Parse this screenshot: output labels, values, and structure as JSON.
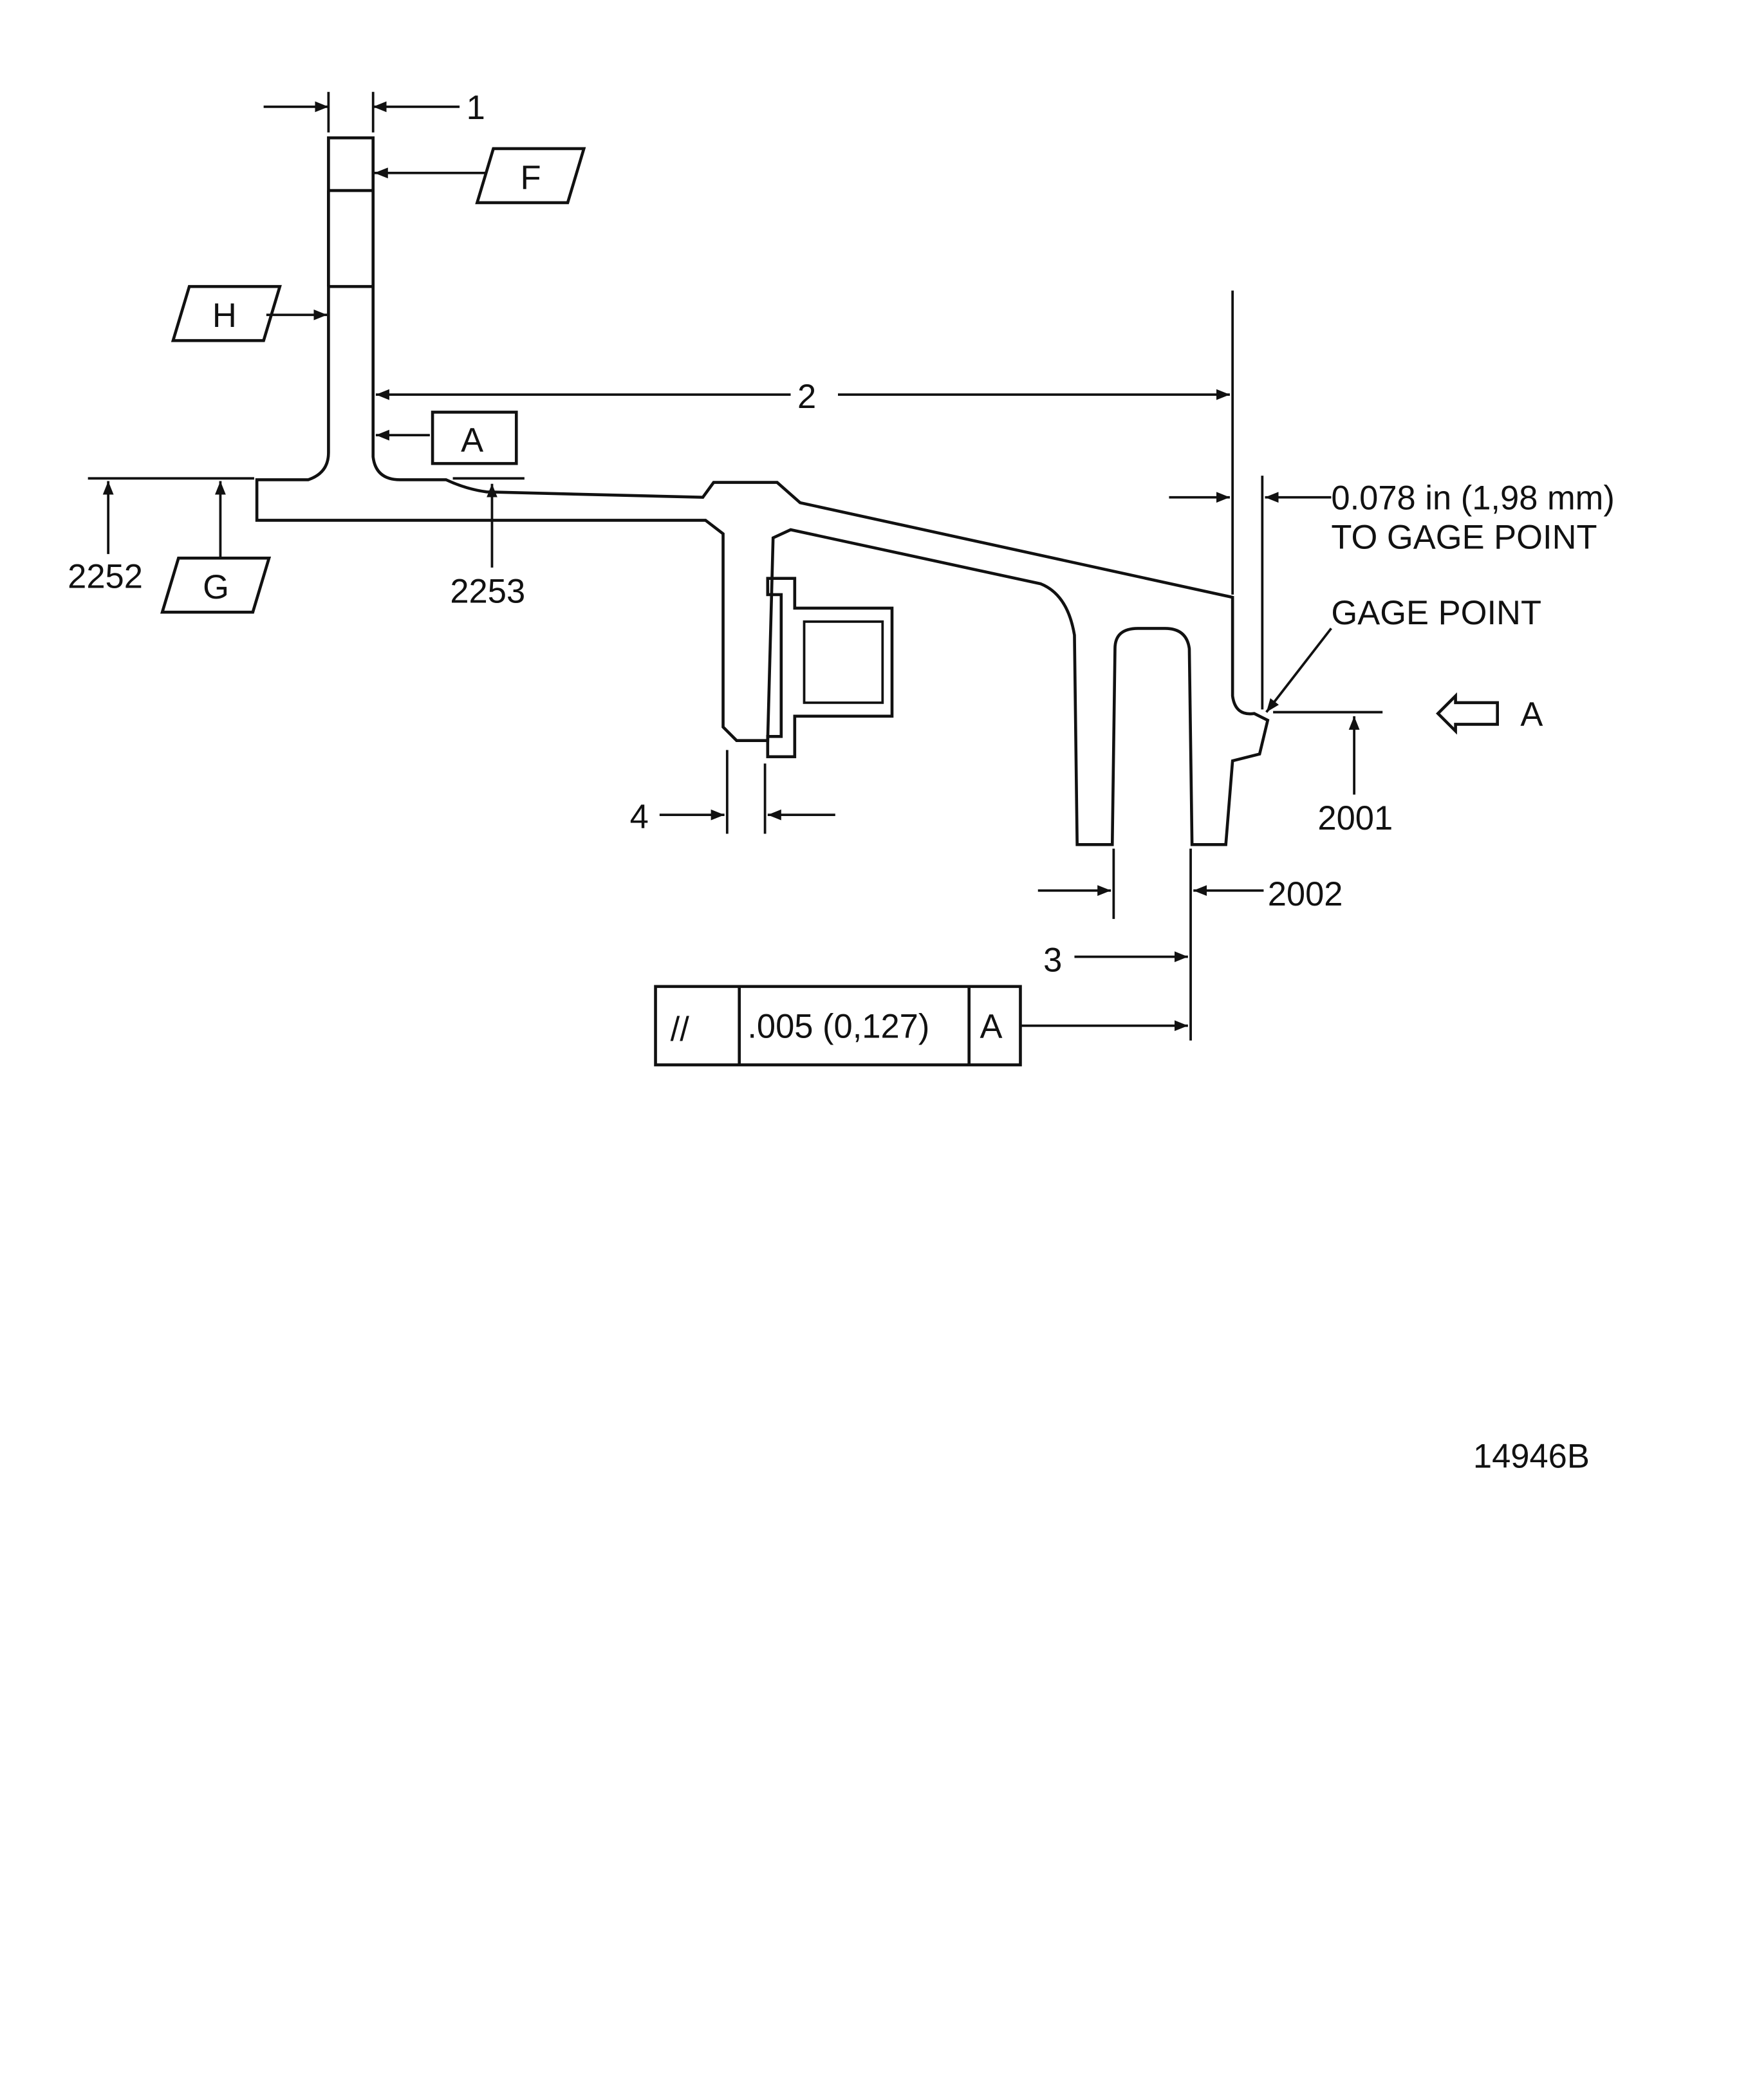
{
  "labels": {
    "dim_1": "1",
    "dim_2": "2",
    "dim_3": "3",
    "dim_4": "4",
    "ref_2252": "2252",
    "ref_2253": "2253",
    "ref_2001": "2001",
    "ref_2002": "2002",
    "gage_dim_line1": "0.078 in  (1,98 mm)",
    "gage_dim_line2": "TO GAGE POINT",
    "gage_point": "GAGE POINT",
    "view_arrow_label": "A",
    "figure_id": "14946B"
  },
  "datums": {
    "F": "F",
    "H": "H",
    "G": "G",
    "A": "A"
  },
  "feature_control_frame": {
    "symbol": "//",
    "tolerance": ".005  (0,127)",
    "datum": "A"
  },
  "colors": {
    "ink": "#111111",
    "paper": "#ffffff"
  }
}
